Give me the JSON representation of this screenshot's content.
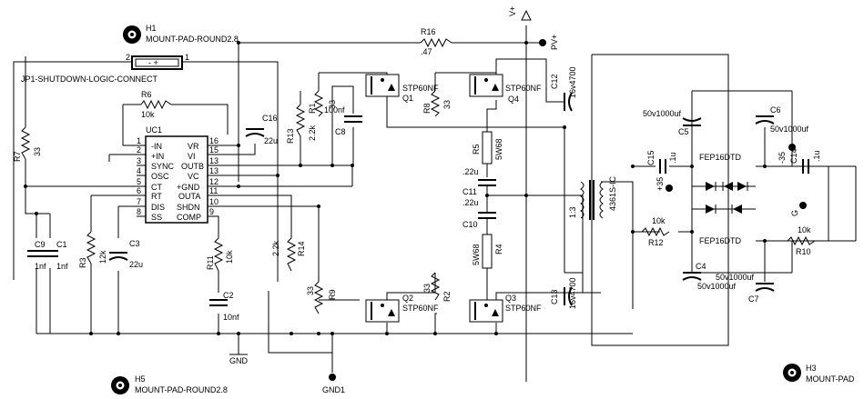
{
  "mount_pads": {
    "h1": {
      "ref": "H1",
      "value": "MOUNT-PAD-ROUND2.8"
    },
    "h5": {
      "ref": "H5",
      "value": "MOUNT-PAD-ROUND2.8"
    },
    "h3": {
      "ref": "H3",
      "value": "MOUNT-PAD"
    }
  },
  "connector": {
    "ref": "JP1-SHUTDOWN-LOGIC-CONNECT",
    "pin_left": "2",
    "pin_right": "1",
    "symbols": "- +"
  },
  "ic": {
    "ref": "UC1",
    "left_pins": [
      {
        "num": "1",
        "name": "-IN"
      },
      {
        "num": "2",
        "name": "+IN"
      },
      {
        "num": "3",
        "name": "SYNC"
      },
      {
        "num": "4",
        "name": "OSC"
      },
      {
        "num": "5",
        "name": "CT"
      },
      {
        "num": "6",
        "name": "RT"
      },
      {
        "num": "7",
        "name": "DIS"
      },
      {
        "num": "8",
        "name": "SS"
      }
    ],
    "right_pins": [
      {
        "num": "16",
        "name": "VR"
      },
      {
        "num": "15",
        "name": "VI"
      },
      {
        "num": "13",
        "name": "OUTB"
      },
      {
        "num": "13",
        "name": "VC"
      },
      {
        "num": "12",
        "name": "+GND"
      },
      {
        "num": "11",
        "name": "OUTA"
      },
      {
        "num": "10",
        "name": "SHDN"
      },
      {
        "num": "9",
        "name": "COMP"
      }
    ]
  },
  "power": {
    "vplus": "V+",
    "pvplus": "PV+",
    "gnd": "GND",
    "gnd1": "GND1"
  },
  "resistors": {
    "r1": {
      "ref": "R1",
      "value": "33"
    },
    "r2": {
      "ref": "R2",
      "value": "33"
    },
    "r3": {
      "ref": "R3",
      "value": "12k"
    },
    "r4": {
      "ref": "R4",
      "value": "5W68"
    },
    "r5": {
      "ref": "R5",
      "value": "5W68"
    },
    "r6": {
      "ref": "R6",
      "value": "10k"
    },
    "r7": {
      "ref": "R7",
      "value": "33"
    },
    "r8": {
      "ref": "R8",
      "value": "33"
    },
    "r9": {
      "ref": "R9",
      "value": "33"
    },
    "r10": {
      "ref": "R10",
      "value": "10k"
    },
    "r11": {
      "ref": "R11",
      "value": "10k"
    },
    "r12": {
      "ref": "R12",
      "value": "10k"
    },
    "r13": {
      "ref": "R13",
      "value": "2.2k"
    },
    "r14": {
      "ref": "R14",
      "value": "2.2k"
    },
    "r16": {
      "ref": "R16",
      "value": ".47"
    }
  },
  "capacitors": {
    "c1": {
      "ref": "C1",
      "value": "1nf"
    },
    "c2": {
      "ref": "C2",
      "value": "10nf"
    },
    "c3": {
      "ref": "C3",
      "value": "22u"
    },
    "c4": {
      "ref": "C4",
      "value": "50v1000uf"
    },
    "c5": {
      "ref": "C5",
      "value": "50v1000uf"
    },
    "c6": {
      "ref": "C6",
      "value": "50v1000uf"
    },
    "c7": {
      "ref": "C7",
      "value": "50v1000uf"
    },
    "c8": {
      "ref": "C8",
      "value": "100nf"
    },
    "c9": {
      "ref": "C9",
      "value": "1nf"
    },
    "c10": {
      "ref": "C10",
      "value": ".22u"
    },
    "c11": {
      "ref": "C11",
      "value": ".22u"
    },
    "c12": {
      "ref": "C12",
      "value": "16v4700"
    },
    "c13": {
      "ref": "C13",
      "value": "16v4700"
    },
    "c14": {
      "ref": "C14",
      "value": ".1u"
    },
    "c15": {
      "ref": "C15",
      "value": ".1u"
    },
    "c16": {
      "ref": "C16",
      "value": "22u"
    }
  },
  "transistors": {
    "q1": {
      "ref": "Q1",
      "value": "STP60NF"
    },
    "q2": {
      "ref": "Q2",
      "value": "STP60NF"
    },
    "q3": {
      "ref": "Q3",
      "value": "STP60NF"
    },
    "q4": {
      "ref": "Q4",
      "value": "STP60NF"
    }
  },
  "transformer": {
    "name": "4361S-IC",
    "ratio": "1:3"
  },
  "diodes": {
    "upper": "FEP16DTD",
    "lower": "FEP16DTD"
  },
  "outputs": {
    "plus35": "+35",
    "minus35": "-35",
    "ground": "G"
  }
}
